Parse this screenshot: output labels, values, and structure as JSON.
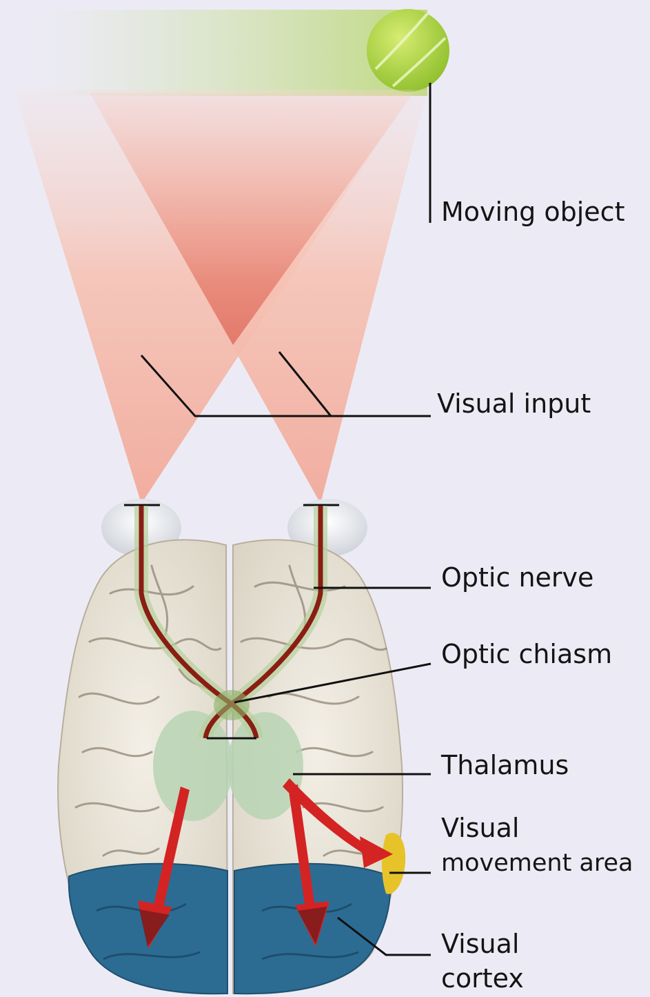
{
  "labels": {
    "moving_object": "Moving object",
    "visual_input": "Visual input",
    "optic_nerve": "Optic nerve",
    "optic_chiasm": "Optic chiasm",
    "thalamus": "Thalamus",
    "visual_movement_area_line1": "Visual",
    "visual_movement_area_line2": "movement area",
    "visual_cortex_line1": "Visual",
    "visual_cortex_line2": "cortex"
  },
  "colors": {
    "background": "#ecebf5",
    "ball": "#a8cf3a",
    "visual_field": "#f3a99b",
    "brain": "#ece7dc",
    "nerve": "#8a1d14",
    "thalamus": "#b9d3b4",
    "visual_cortex": "#2c6c93",
    "movement_area": "#e7c32a",
    "arrow": "#d42323"
  }
}
